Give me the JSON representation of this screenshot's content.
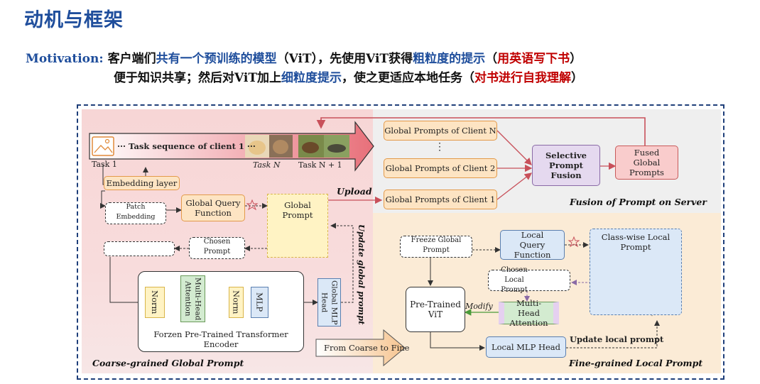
{
  "title": "动机与框架",
  "motivation": {
    "label": "Motivation:",
    "line1": [
      {
        "t": "客户端们",
        "c": ""
      },
      {
        "t": "共有一个预训练的模型",
        "c": "blue"
      },
      {
        "t": "（ViT），先使用ViT获得",
        "c": ""
      },
      {
        "t": "粗粒度的提示",
        "c": "blue"
      },
      {
        "t": "（",
        "c": ""
      },
      {
        "t": "用英语写下书",
        "c": "red"
      },
      {
        "t": "）",
        "c": ""
      }
    ],
    "line2": [
      {
        "t": "便于知识共享；然后对ViT加上",
        "c": ""
      },
      {
        "t": "细粒度提示",
        "c": "blue"
      },
      {
        "t": "，使之更适应本地任务（",
        "c": ""
      },
      {
        "t": "对书进行自我理解",
        "c": "red"
      },
      {
        "t": "）",
        "c": ""
      }
    ]
  },
  "diagram": {
    "task_sequence": "··· Task sequence of client 1 ···",
    "task1": "Task 1",
    "taskN": "Task N",
    "taskN1": "Task N + 1",
    "embedding_layer": "Embedding layer",
    "patch_embedding": "Patch Embedding",
    "global_query_function": "Global Query Function",
    "global_prompt": "Global Prompt",
    "upload": "Upload",
    "update_global_prompt": "Update global prompt",
    "chosen_prompt": "Chosen Prompt",
    "norm": "Norm",
    "mha": "Multi-Head Attention",
    "mlp": "MLP",
    "global_mlp_head": "Global MLP Head",
    "encoder_label": "Forzen Pre-Trained Transformer Encoder",
    "coarse_label": "Coarse-grained Global Prompt",
    "from_coarse": "From Coarse to Fine",
    "gp_client_n": "Global Prompts of Client N",
    "gp_dots": "⋮",
    "gp_client_2": "Global Prompts of Client 2",
    "gp_client_1": "Global Prompts of Client 1",
    "selective_fusion": "Selective Prompt Fusion",
    "fused_global": "Fused Global Prompts",
    "fusion_label": "Fusion of Prompt on Server",
    "freeze_global": "Freeze Global Prompt",
    "local_query_function": "Local Query Function",
    "classwise_local": "Class-wise Local Prompt",
    "chosen_local": "Chosen Local Prompt",
    "pretrained_vit": "Pre-Trained ViT",
    "modify": "Modify",
    "local_mha": "Multi-Head Attention",
    "local_mlp_head": "Local MLP Head",
    "update_local": "Update local prompt",
    "fine_label": "Fine-grained Local Prompt",
    "colors": {
      "title": "#1f4e9c",
      "red": "#c00000",
      "frame": "#1f3f7a"
    }
  }
}
